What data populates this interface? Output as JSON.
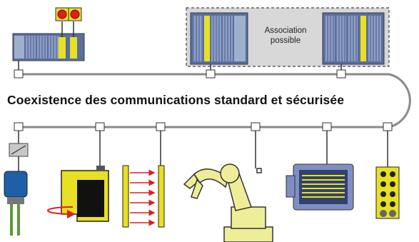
{
  "diagram": {
    "title": "Coexistence des communications standard et sécurisée",
    "association_label_line1": "Association",
    "association_label_line2": "possible"
  },
  "colors": {
    "bus": "#8a8a8a",
    "plc_blue": "#5a6f99",
    "plc_light": "#9fb0cc",
    "safety_yellow": "#e8e024",
    "robot": "#eeee99",
    "module_blue": "#7f8fc4",
    "stop_red": "#dd1e1e",
    "sensor_blue": "#1f5fa8",
    "cable_green": "#5a9a3a",
    "association_box": "#d8d8d8"
  },
  "devices": [
    {
      "name": "safety-plc-with-estop",
      "icon": "plc-icon"
    },
    {
      "name": "standard-plc",
      "icon": "plc-icon"
    },
    {
      "name": "safety-plc-2",
      "icon": "plc-icon"
    },
    {
      "name": "coupler-sensor",
      "icon": "sensor-icon"
    },
    {
      "name": "safety-laser-scanner",
      "icon": "scanner-icon"
    },
    {
      "name": "light-curtain",
      "icon": "light-curtain-icon"
    },
    {
      "name": "industrial-robot",
      "icon": "robot-icon"
    },
    {
      "name": "remote-io-module",
      "icon": "io-module-icon"
    },
    {
      "name": "safety-io-terminal",
      "icon": "io-terminal-icon"
    }
  ]
}
